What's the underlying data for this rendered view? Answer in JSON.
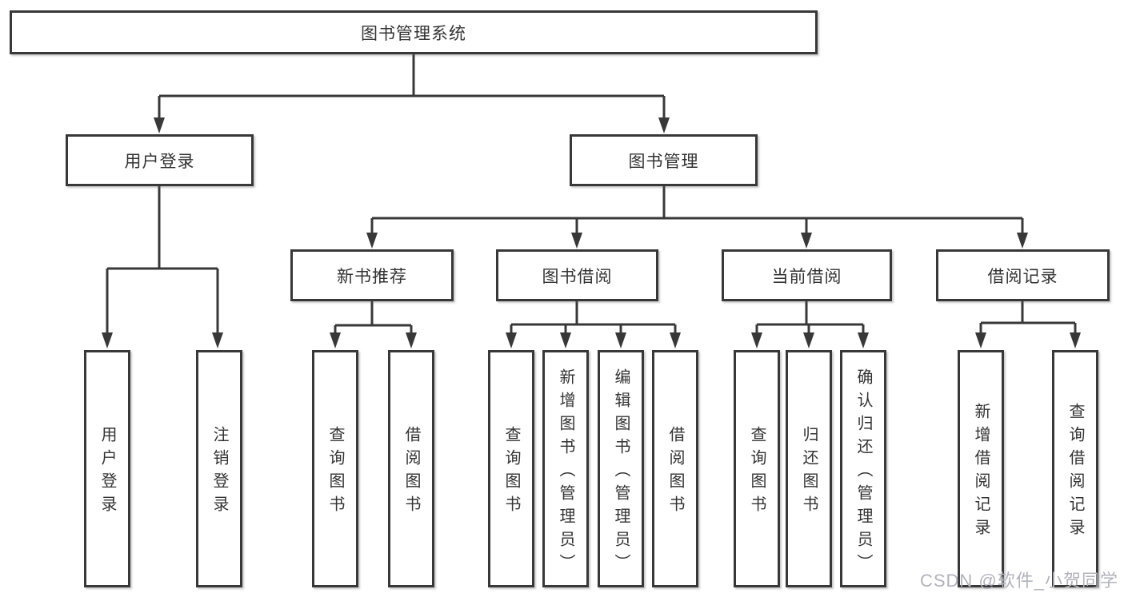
{
  "diagram": {
    "type": "hierarchy-tree",
    "tree": {
      "label": "图书管理系统",
      "children": [
        {
          "label": "用户登录",
          "children": [
            {
              "label": "用户登录"
            },
            {
              "label": "注销登录"
            }
          ]
        },
        {
          "label": "图书管理",
          "children": [
            {
              "label": "新书推荐",
              "children": [
                {
                  "label": "查询图书"
                },
                {
                  "label": "借阅图书"
                }
              ]
            },
            {
              "label": "图书借阅",
              "children": [
                {
                  "label": "查询图书"
                },
                {
                  "label": "新增图书（管理员）"
                },
                {
                  "label": "编辑图书（管理员）"
                },
                {
                  "label": "借阅图书"
                }
              ]
            },
            {
              "label": "当前借阅",
              "children": [
                {
                  "label": "查询图书"
                },
                {
                  "label": "归还图书"
                },
                {
                  "label": "确认归还（管理员）"
                }
              ]
            },
            {
              "label": "借阅记录",
              "children": [
                {
                  "label": "新增借阅记录"
                },
                {
                  "label": "查询借阅记录"
                }
              ]
            }
          ]
        }
      ]
    },
    "colors": {
      "line": "#383838",
      "text": "#333333",
      "background": "#ffffff"
    }
  },
  "watermark": {
    "text": "CSDN @软件_小贺同学",
    "color": "#b2b2bc"
  }
}
